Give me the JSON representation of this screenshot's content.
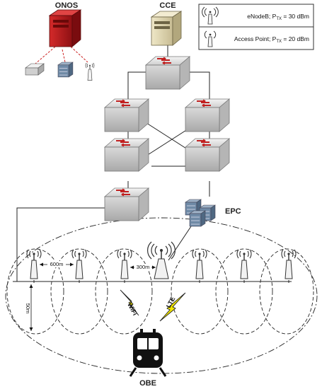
{
  "labels": {
    "onos": "ONOS",
    "cce": "CCE",
    "epc": "EPC",
    "obe": "OBE",
    "wifi": "WiFi",
    "lte": "LTE"
  },
  "legend": {
    "enodeb": {
      "name": "eNodeB; P",
      "sub": "TX",
      "value": " = 30 dBm"
    },
    "ap": {
      "name": "Access Point; P",
      "sub": "TX",
      "value": " = 20 dBm"
    }
  },
  "dimensions": {
    "ap_spacing": "600m",
    "enb_spacing": "300m",
    "track_offset": "50m"
  },
  "colors": {
    "server_red": "#b3161b",
    "server_beige": "#d9cfa8",
    "switch_face": "#dcdcdc",
    "switch_arrow": "#c02020",
    "wifi_bolt": "#f2e600",
    "link": "#222222",
    "control_link": "#cc2222"
  }
}
